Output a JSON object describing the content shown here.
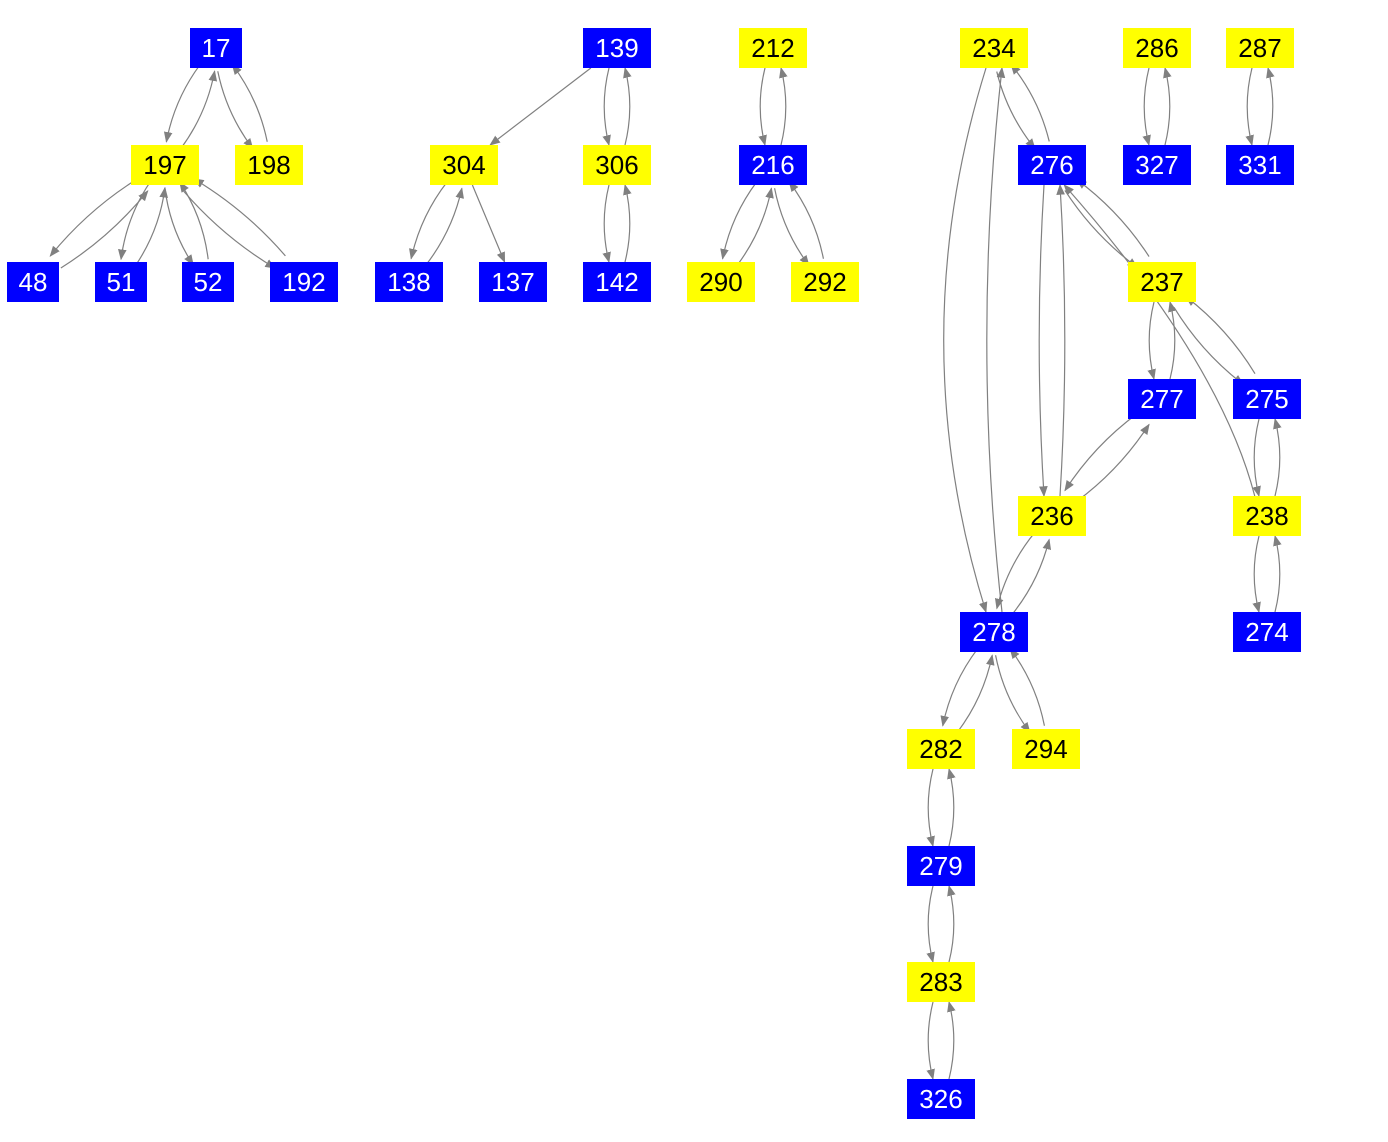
{
  "colors": {
    "blue": "#0000ff",
    "yellow": "#ffff00",
    "edge": "#808080",
    "blue_text": "#ffffff",
    "yellow_text": "#000000"
  },
  "nodes": [
    {
      "id": "17",
      "color": "blue"
    },
    {
      "id": "197",
      "color": "yellow"
    },
    {
      "id": "198",
      "color": "yellow"
    },
    {
      "id": "48",
      "color": "blue"
    },
    {
      "id": "51",
      "color": "blue"
    },
    {
      "id": "52",
      "color": "blue"
    },
    {
      "id": "192",
      "color": "blue"
    },
    {
      "id": "139",
      "color": "blue"
    },
    {
      "id": "304",
      "color": "yellow"
    },
    {
      "id": "306",
      "color": "yellow"
    },
    {
      "id": "138",
      "color": "blue"
    },
    {
      "id": "137",
      "color": "blue"
    },
    {
      "id": "142",
      "color": "blue"
    },
    {
      "id": "212",
      "color": "yellow"
    },
    {
      "id": "216",
      "color": "blue"
    },
    {
      "id": "290",
      "color": "yellow"
    },
    {
      "id": "292",
      "color": "yellow"
    },
    {
      "id": "234",
      "color": "yellow"
    },
    {
      "id": "276",
      "color": "blue"
    },
    {
      "id": "237",
      "color": "yellow"
    },
    {
      "id": "277",
      "color": "blue"
    },
    {
      "id": "275",
      "color": "blue"
    },
    {
      "id": "236",
      "color": "yellow"
    },
    {
      "id": "238",
      "color": "yellow"
    },
    {
      "id": "278",
      "color": "blue"
    },
    {
      "id": "274",
      "color": "blue"
    },
    {
      "id": "282",
      "color": "yellow"
    },
    {
      "id": "294",
      "color": "yellow"
    },
    {
      "id": "279",
      "color": "blue"
    },
    {
      "id": "283",
      "color": "yellow"
    },
    {
      "id": "326",
      "color": "blue"
    },
    {
      "id": "286",
      "color": "yellow"
    },
    {
      "id": "327",
      "color": "blue"
    },
    {
      "id": "287",
      "color": "yellow"
    },
    {
      "id": "331",
      "color": "blue"
    }
  ],
  "edges": [
    [
      "17",
      "197"
    ],
    [
      "197",
      "17"
    ],
    [
      "17",
      "198"
    ],
    [
      "198",
      "17"
    ],
    [
      "197",
      "48"
    ],
    [
      "48",
      "197"
    ],
    [
      "197",
      "51"
    ],
    [
      "51",
      "197"
    ],
    [
      "197",
      "52"
    ],
    [
      "52",
      "197"
    ],
    [
      "197",
      "192"
    ],
    [
      "192",
      "197"
    ],
    [
      "139",
      "304"
    ],
    [
      "139",
      "306"
    ],
    [
      "306",
      "139"
    ],
    [
      "304",
      "138"
    ],
    [
      "138",
      "304"
    ],
    [
      "304",
      "137"
    ],
    [
      "306",
      "142"
    ],
    [
      "142",
      "306"
    ],
    [
      "212",
      "216"
    ],
    [
      "216",
      "212"
    ],
    [
      "216",
      "290"
    ],
    [
      "290",
      "216"
    ],
    [
      "216",
      "292"
    ],
    [
      "292",
      "216"
    ],
    [
      "234",
      "276"
    ],
    [
      "276",
      "234"
    ],
    [
      "234",
      "278"
    ],
    [
      "278",
      "234"
    ],
    [
      "276",
      "237"
    ],
    [
      "237",
      "276"
    ],
    [
      "276",
      "236"
    ],
    [
      "236",
      "276"
    ],
    [
      "238",
      "276"
    ],
    [
      "237",
      "277"
    ],
    [
      "277",
      "237"
    ],
    [
      "237",
      "275"
    ],
    [
      "275",
      "237"
    ],
    [
      "277",
      "236"
    ],
    [
      "236",
      "277"
    ],
    [
      "275",
      "238"
    ],
    [
      "238",
      "275"
    ],
    [
      "236",
      "278"
    ],
    [
      "278",
      "236"
    ],
    [
      "238",
      "274"
    ],
    [
      "274",
      "238"
    ],
    [
      "278",
      "282"
    ],
    [
      "282",
      "278"
    ],
    [
      "278",
      "294"
    ],
    [
      "294",
      "278"
    ],
    [
      "282",
      "279"
    ],
    [
      "279",
      "282"
    ],
    [
      "279",
      "283"
    ],
    [
      "283",
      "279"
    ],
    [
      "283",
      "326"
    ],
    [
      "326",
      "283"
    ],
    [
      "286",
      "327"
    ],
    [
      "327",
      "286"
    ],
    [
      "287",
      "331"
    ],
    [
      "331",
      "287"
    ]
  ]
}
